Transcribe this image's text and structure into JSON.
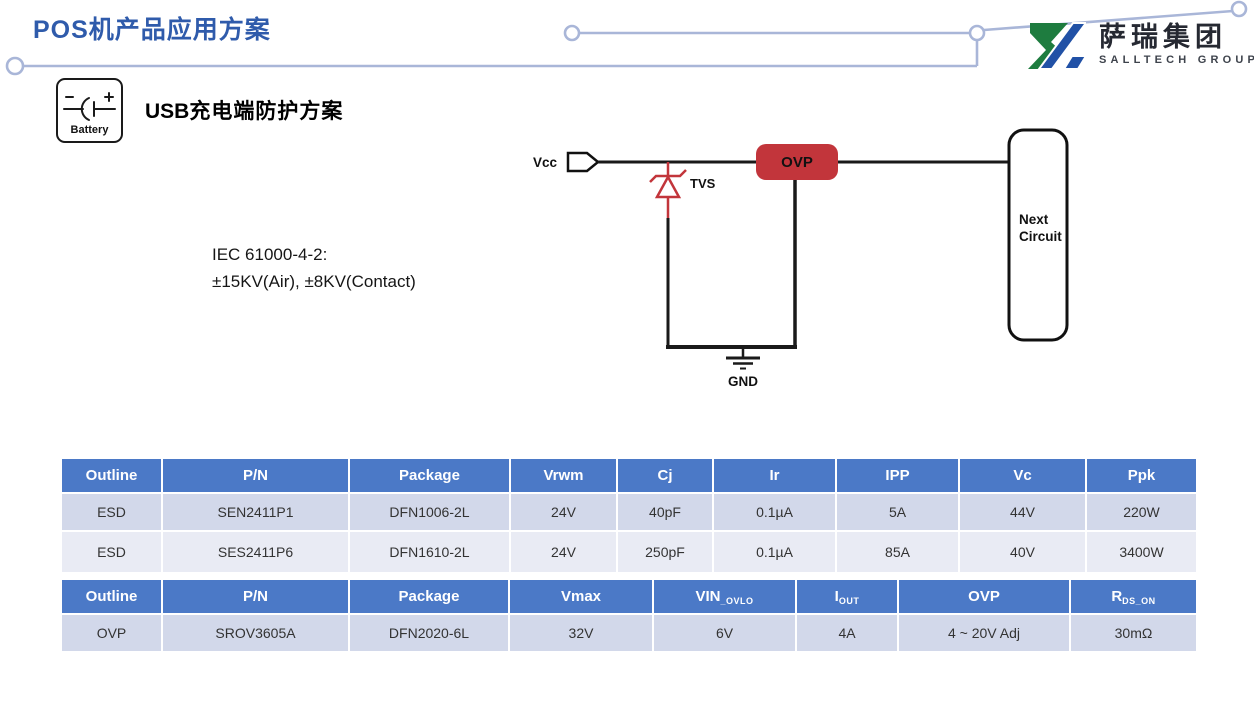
{
  "page_title": "POS机产品应用方案",
  "logo": {
    "name_cn": "萨瑞集团",
    "name_en": "SALLTECH GROUP"
  },
  "battery": {
    "label": "Battery"
  },
  "section_heading": {
    "prefix": "USB",
    "rest": "充电端防护方案"
  },
  "iec": {
    "line1": "IEC 61000-4-2:",
    "line2": "±15KV(Air), ±8KV(Contact)"
  },
  "circuit": {
    "vcc": "Vcc",
    "tvs": "TVS",
    "ovp": "OVP",
    "gnd": "GND",
    "next1": "Next",
    "next2": "Circuit"
  },
  "colors": {
    "title_blue": "#2f5bab",
    "accent_red": "#c2353b",
    "table_header_blue": "#4b79c7",
    "row_dark": "#d2d8ea",
    "row_light": "#e9ebf4",
    "deco_line": "#a9b6d8",
    "logo_green": "#1e7c3f",
    "logo_blue": "#2151a6"
  },
  "tables": [
    {
      "headers": [
        {
          "main": "Outline"
        },
        {
          "main": "P/N"
        },
        {
          "main": "Package"
        },
        {
          "main": "Vrwm"
        },
        {
          "main": "Cj"
        },
        {
          "main": "Ir"
        },
        {
          "main": "IPP"
        },
        {
          "main": "Vc"
        },
        {
          "main": "Ppk"
        }
      ],
      "rows": [
        [
          "ESD",
          "SEN2411P1",
          "DFN1006-2L",
          "24V",
          "40pF",
          "0.1µA",
          "5A",
          "44V",
          "220W"
        ],
        [
          "ESD",
          "SES2411P6",
          "DFN1610-2L",
          "24V",
          "250pF",
          "0.1µA",
          "85A",
          "40V",
          "3400W"
        ]
      ]
    },
    {
      "headers": [
        {
          "main": "Outline"
        },
        {
          "main": "P/N"
        },
        {
          "main": "Package"
        },
        {
          "main": "Vmax"
        },
        {
          "main": "VIN",
          "sub": "_OVLO"
        },
        {
          "main": "I",
          "sub": "OUT"
        },
        {
          "main": "OVP"
        },
        {
          "main": "R",
          "sub": "DS_ON"
        }
      ],
      "rows": [
        [
          "OVP",
          "SROV3605A",
          "DFN2020-6L",
          "32V",
          "6V",
          "4A",
          "4 ~ 20V Adj",
          "30mΩ"
        ]
      ]
    }
  ]
}
